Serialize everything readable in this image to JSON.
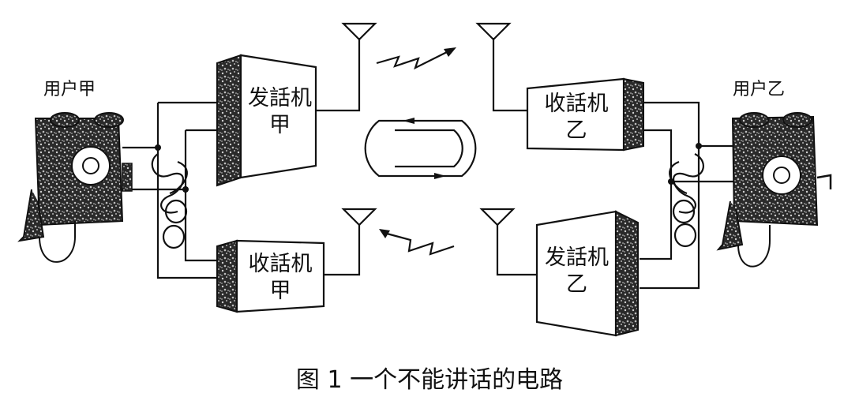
{
  "labels": {
    "user_a": "用户甲",
    "user_b": "用户乙"
  },
  "boxes": {
    "transmitter_a": [
      "发話机",
      "甲"
    ],
    "receiver_a": [
      "收話机",
      "甲"
    ],
    "receiver_b": [
      "收話机",
      "乙"
    ],
    "transmitter_b": [
      "发話机",
      "乙"
    ]
  },
  "caption": "图 1  一个不能讲话的电路",
  "colors": {
    "ink": "#111111",
    "paper": "#ffffff"
  },
  "icons": [
    "telephone-icon",
    "antenna-icon",
    "radio-wave-icon",
    "hybrid-coil-icon"
  ]
}
